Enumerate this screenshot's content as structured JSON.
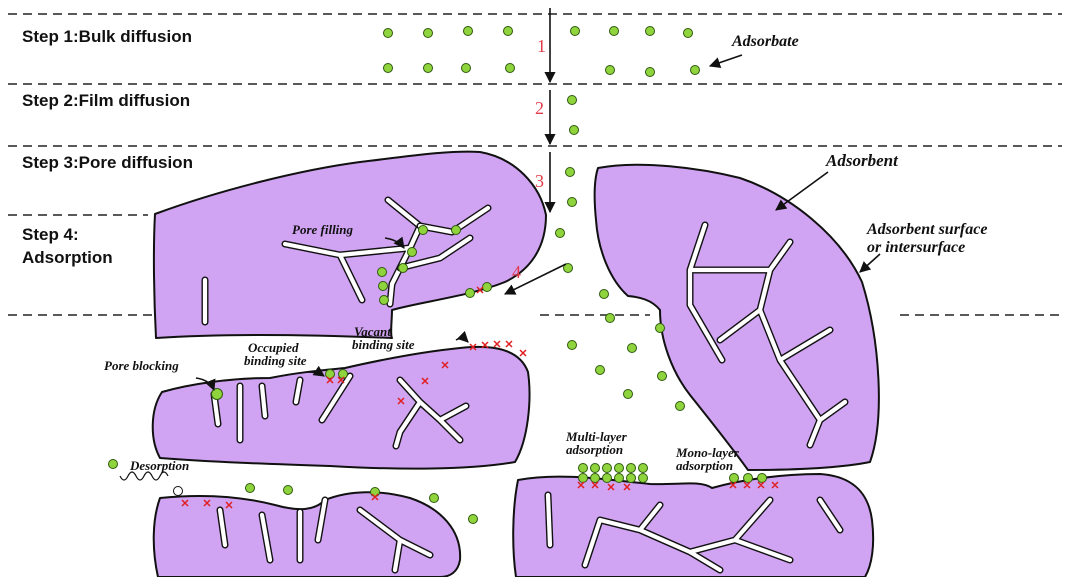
{
  "steps": {
    "step1": "Step 1:Bulk diffusion",
    "step2": "Step 2:Film diffusion",
    "step3": "Step 3:Pore diffusion",
    "step4_line1": "Step 4:",
    "step4_line2": "Adsorption"
  },
  "arrow_numbers": {
    "n1": "1",
    "n2": "2",
    "n3": "3",
    "n4": "4"
  },
  "labels": {
    "adsorbate": "Adsorbate",
    "adsorbent": "Adsorbent",
    "adsorbent_surface_line1": "Adsorbent surface",
    "adsorbent_surface_line2": "or intersurface",
    "pore_filling": "Pore filling",
    "occupied_line1": "Occupied",
    "occupied_line2": "binding site",
    "vacant_line1": "Vacant",
    "vacant_line2": "binding site",
    "pore_blocking": "Pore blocking",
    "desorption": "Desorption",
    "multilayer_line1": "Multi-layer",
    "multilayer_line2": "adsorption",
    "monolayer_line1": "Mono-layer",
    "monolayer_line2": "adsorption"
  },
  "colors": {
    "adsorbent_fill": "#d0a4f2",
    "adsorbate_molecule": "#8fd43c",
    "binding_site_mark": "#e02020",
    "step_number": "#e23a4a"
  }
}
